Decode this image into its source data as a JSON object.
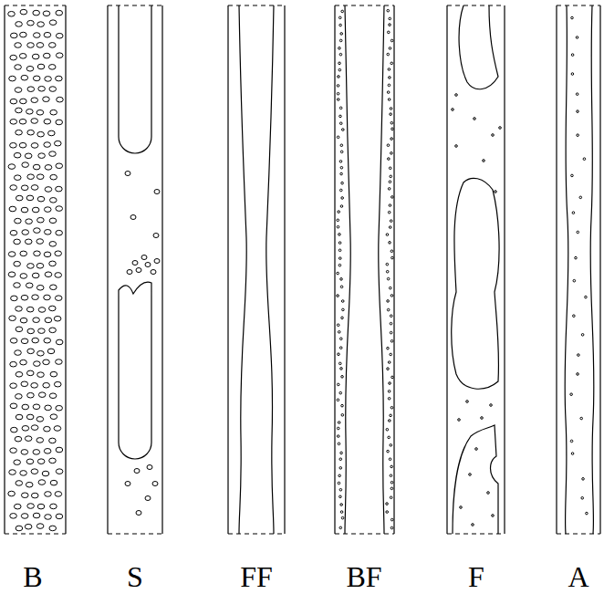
{
  "diagram": {
    "labels": [
      "B",
      "S",
      "FF",
      "BF",
      "F",
      "A"
    ]
  }
}
